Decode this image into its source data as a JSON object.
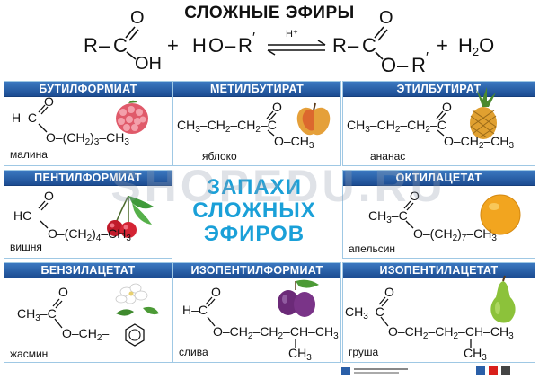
{
  "title": "СЛОЖНЫЕ ЭФИРЫ",
  "equation": {
    "acid_r": "R",
    "acid_c": "C",
    "acid_o": "O",
    "acid_oh": "OH",
    "plus1": "+",
    "alcohol_h": "H",
    "alcohol_o": "O",
    "alcohol_r": "R",
    "alcohol_prime": "′",
    "catalyst": "H⁺",
    "ester_r": "R",
    "ester_c": "C",
    "ester_o_top": "O",
    "ester_o": "O",
    "ester_r2": "R",
    "ester_prime": "′",
    "plus2": "+",
    "water": "H",
    "water_sub": "2",
    "water_o": "O"
  },
  "center_text": [
    "ЗАПАХИ",
    "СЛОЖНЫХ",
    "ЭФИРОВ"
  ],
  "watermark": "SHOPEDU.RU",
  "cards": [
    {
      "name": "БУТИЛФОРМИАТ",
      "fruit": "малина"
    },
    {
      "name": "МЕТИЛБУТИРАТ",
      "fruit": "яблоко"
    },
    {
      "name": "ЭТИЛБУТИРАТ",
      "fruit": "ананас"
    },
    {
      "name": "ПЕНТИЛФОРМИАТ",
      "fruit": "вишня"
    },
    {
      "name": "ОКТИЛАЦЕТАТ",
      "fruit": "апельсин"
    },
    {
      "name": "БЕНЗИЛАЦЕТАТ",
      "fruit": "жасмин"
    },
    {
      "name": "ИЗОПЕНТИЛФОРМИАТ",
      "fruit": "слива"
    },
    {
      "name": "ИЗОПЕНТИЛАЦЕТАТ",
      "fruit": "груша"
    }
  ],
  "formulas": {
    "f1": {
      "hc": "H–C",
      "o_top": "O",
      "chain": "O–(CH",
      "s2": "2",
      "close": ")",
      "s3": "3",
      "end": "–CH",
      "s3b": "3"
    },
    "f2": {
      "a": "CH",
      "a2": "3",
      "b": "–CH",
      "b2": "2",
      "c": "–CH",
      "c2": "2",
      "d": "–C",
      "o_top": "O",
      "e": "O–CH",
      "e3": "3"
    },
    "f3": {
      "a": "CH",
      "a2": "3",
      "b": "–CH",
      "b2": "2",
      "c": "–CH",
      "c2": "2",
      "d": "–C",
      "o_top": "O",
      "e": "O–CH",
      "e2": "2",
      "f": "–CH",
      "f3": "3"
    },
    "f4": {
      "hc": "HC",
      "o_top": "O",
      "chain": "O–(CH",
      "s2": "2",
      "close": ")",
      "s4": "4",
      "end": "–CH",
      "s3": "3"
    },
    "f5": {
      "a": "CH",
      "a3": "3",
      "c": "C",
      "o_top": "O",
      "chain": "O–(CH",
      "s2": "2",
      "close": ")",
      "s7": "7",
      "end": "–CH",
      "s3": "3"
    },
    "f6": {
      "a": "CH",
      "a3": "3",
      "c": "C",
      "o_top": "O",
      "chain": "O–CH",
      "s2": "2"
    },
    "f7": {
      "hc": "H–C",
      "o_top": "O",
      "chain": "O–CH",
      "s2a": "2",
      "b": "–CH",
      "s2b": "2",
      "c": "–CH–CH",
      "s3": "3",
      "branch": "CH",
      "bs3": "3"
    },
    "f8": {
      "a": "CH",
      "a3": "3",
      "c": "C",
      "o_top": "O",
      "chain": "O–CH",
      "s2a": "2",
      "b": "–CH",
      "s2b": "2",
      "c2": "–CH–CH",
      "s3": "3",
      "branch": "CH",
      "bs3": "3"
    }
  },
  "colors": {
    "card_header": "#2a5fa8",
    "card_border": "#9fc8e4",
    "accent_red": "#d9201b",
    "center_text": "#1aa0d8"
  }
}
